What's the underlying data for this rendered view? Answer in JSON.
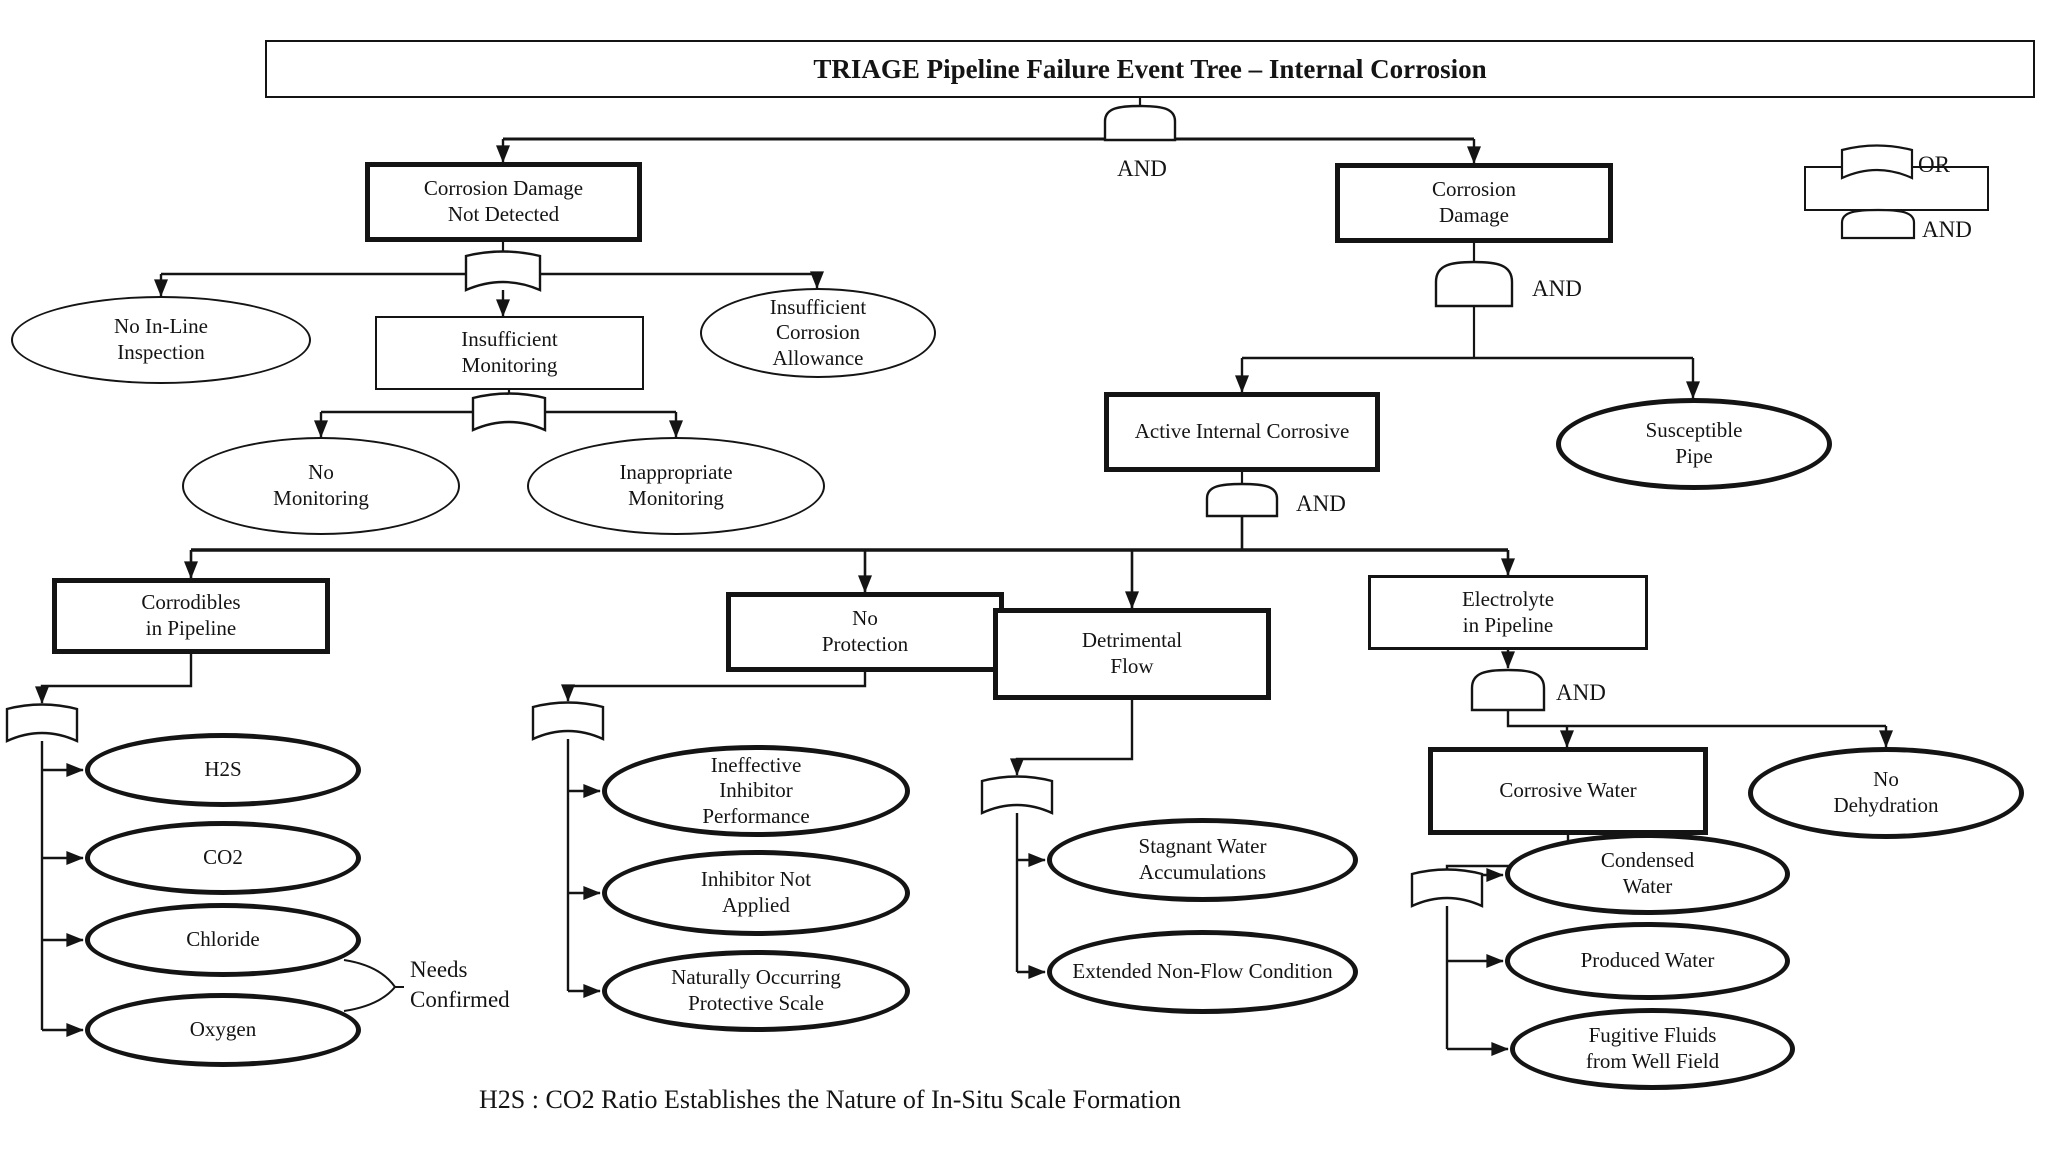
{
  "title": "TRIAGE Pipeline Failure Event Tree – Internal Corrosion",
  "caption": "H2S : CO2 Ratio Establishes the Nature of In-Situ Scale Formation",
  "annotation": {
    "lines": [
      "Needs",
      "Confirmed"
    ]
  },
  "legend": {
    "or_label": "OR",
    "and_label": "AND"
  },
  "colors": {
    "ink": "#141414",
    "paper": "#ffffff"
  },
  "gates": [
    {
      "id": "g-top",
      "type": "and",
      "label": "AND"
    },
    {
      "id": "g-cdnd",
      "type": "or",
      "label": ""
    },
    {
      "id": "g-insuf-mon",
      "type": "or",
      "label": ""
    },
    {
      "id": "g-cd",
      "type": "and",
      "label": "AND"
    },
    {
      "id": "g-aic",
      "type": "and",
      "label": "AND"
    },
    {
      "id": "g-corrodibles",
      "type": "or",
      "label": ""
    },
    {
      "id": "g-noprot",
      "type": "or",
      "label": ""
    },
    {
      "id": "g-detflow",
      "type": "or",
      "label": ""
    },
    {
      "id": "g-electrolyte",
      "type": "and",
      "label": "AND"
    },
    {
      "id": "g-corwater",
      "type": "or",
      "label": ""
    }
  ],
  "nodes": [
    {
      "id": "corrosion-damage-not-detected",
      "shape": "box",
      "weight": "thick",
      "lines": [
        "Corrosion Damage",
        "Not Detected"
      ]
    },
    {
      "id": "corrosion-damage",
      "shape": "box",
      "weight": "thick",
      "lines": [
        "Corrosion",
        "Damage"
      ]
    },
    {
      "id": "no-inline-inspection",
      "shape": "ellipse",
      "weight": "thin",
      "lines": [
        "No In-Line",
        "Inspection"
      ]
    },
    {
      "id": "insufficient-monitoring",
      "shape": "box",
      "weight": "thin",
      "lines": [
        "Insufficient",
        "Monitoring"
      ]
    },
    {
      "id": "insufficient-corrosion-allowance",
      "shape": "ellipse",
      "weight": "thin",
      "lines": [
        "Insufficient",
        "Corrosion",
        "Allowance"
      ]
    },
    {
      "id": "no-monitoring",
      "shape": "ellipse",
      "weight": "thin",
      "lines": [
        "No",
        "Monitoring"
      ]
    },
    {
      "id": "inappropriate-monitoring",
      "shape": "ellipse",
      "weight": "thin",
      "lines": [
        "Inappropriate",
        "Monitoring"
      ]
    },
    {
      "id": "active-internal-corrosive",
      "shape": "box",
      "weight": "thick",
      "lines": [
        "Active Internal Corrosive"
      ]
    },
    {
      "id": "susceptible-pipe",
      "shape": "ellipse",
      "weight": "thick",
      "lines": [
        "Susceptible",
        "Pipe"
      ]
    },
    {
      "id": "corrodibles-in-pipeline",
      "shape": "box",
      "weight": "thick",
      "lines": [
        "Corrodibles",
        "in Pipeline"
      ]
    },
    {
      "id": "no-protection",
      "shape": "box",
      "weight": "thick",
      "lines": [
        "No",
        "Protection"
      ]
    },
    {
      "id": "detrimental-flow",
      "shape": "box",
      "weight": "thick",
      "lines": [
        "Detrimental",
        "Flow"
      ]
    },
    {
      "id": "electrolyte-in-pipeline",
      "shape": "box",
      "weight": "medium",
      "lines": [
        "Electrolyte",
        "in Pipeline"
      ]
    },
    {
      "id": "corrosive-water",
      "shape": "box",
      "weight": "thick",
      "lines": [
        "Corrosive Water"
      ]
    },
    {
      "id": "no-dehydration",
      "shape": "ellipse",
      "weight": "thick",
      "lines": [
        "No",
        "Dehydration"
      ]
    },
    {
      "id": "h2s",
      "shape": "ellipse",
      "weight": "thick",
      "lines": [
        "H2S"
      ]
    },
    {
      "id": "co2",
      "shape": "ellipse",
      "weight": "thick",
      "lines": [
        "CO2"
      ]
    },
    {
      "id": "chloride",
      "shape": "ellipse",
      "weight": "thick",
      "lines": [
        "Chloride"
      ]
    },
    {
      "id": "oxygen",
      "shape": "ellipse",
      "weight": "thick",
      "lines": [
        "Oxygen"
      ]
    },
    {
      "id": "ineffective-inhibitor-performance",
      "shape": "ellipse",
      "weight": "thick",
      "lines": [
        "Ineffective",
        "Inhibitor",
        "Performance"
      ]
    },
    {
      "id": "inhibitor-not-applied",
      "shape": "ellipse",
      "weight": "thick",
      "lines": [
        "Inhibitor Not",
        "Applied"
      ]
    },
    {
      "id": "naturally-occurring-protective-scale",
      "shape": "ellipse",
      "weight": "thick",
      "lines": [
        "Naturally Occurring",
        "Protective Scale"
      ]
    },
    {
      "id": "stagnant-water-accumulations",
      "shape": "ellipse",
      "weight": "thick",
      "lines": [
        "Stagnant Water",
        "Accumulations"
      ]
    },
    {
      "id": "extended-non-flow-condition",
      "shape": "ellipse",
      "weight": "thick",
      "lines": [
        "Extended Non-Flow Condition"
      ]
    },
    {
      "id": "condensed-water",
      "shape": "ellipse",
      "weight": "thick",
      "lines": [
        "Condensed",
        "Water"
      ]
    },
    {
      "id": "produced-water",
      "shape": "ellipse",
      "weight": "thick",
      "lines": [
        "Produced Water"
      ]
    },
    {
      "id": "fugitive-fluids-from-well-field",
      "shape": "ellipse",
      "weight": "thick",
      "lines": [
        "Fugitive Fluids",
        "from Well Field"
      ]
    }
  ]
}
